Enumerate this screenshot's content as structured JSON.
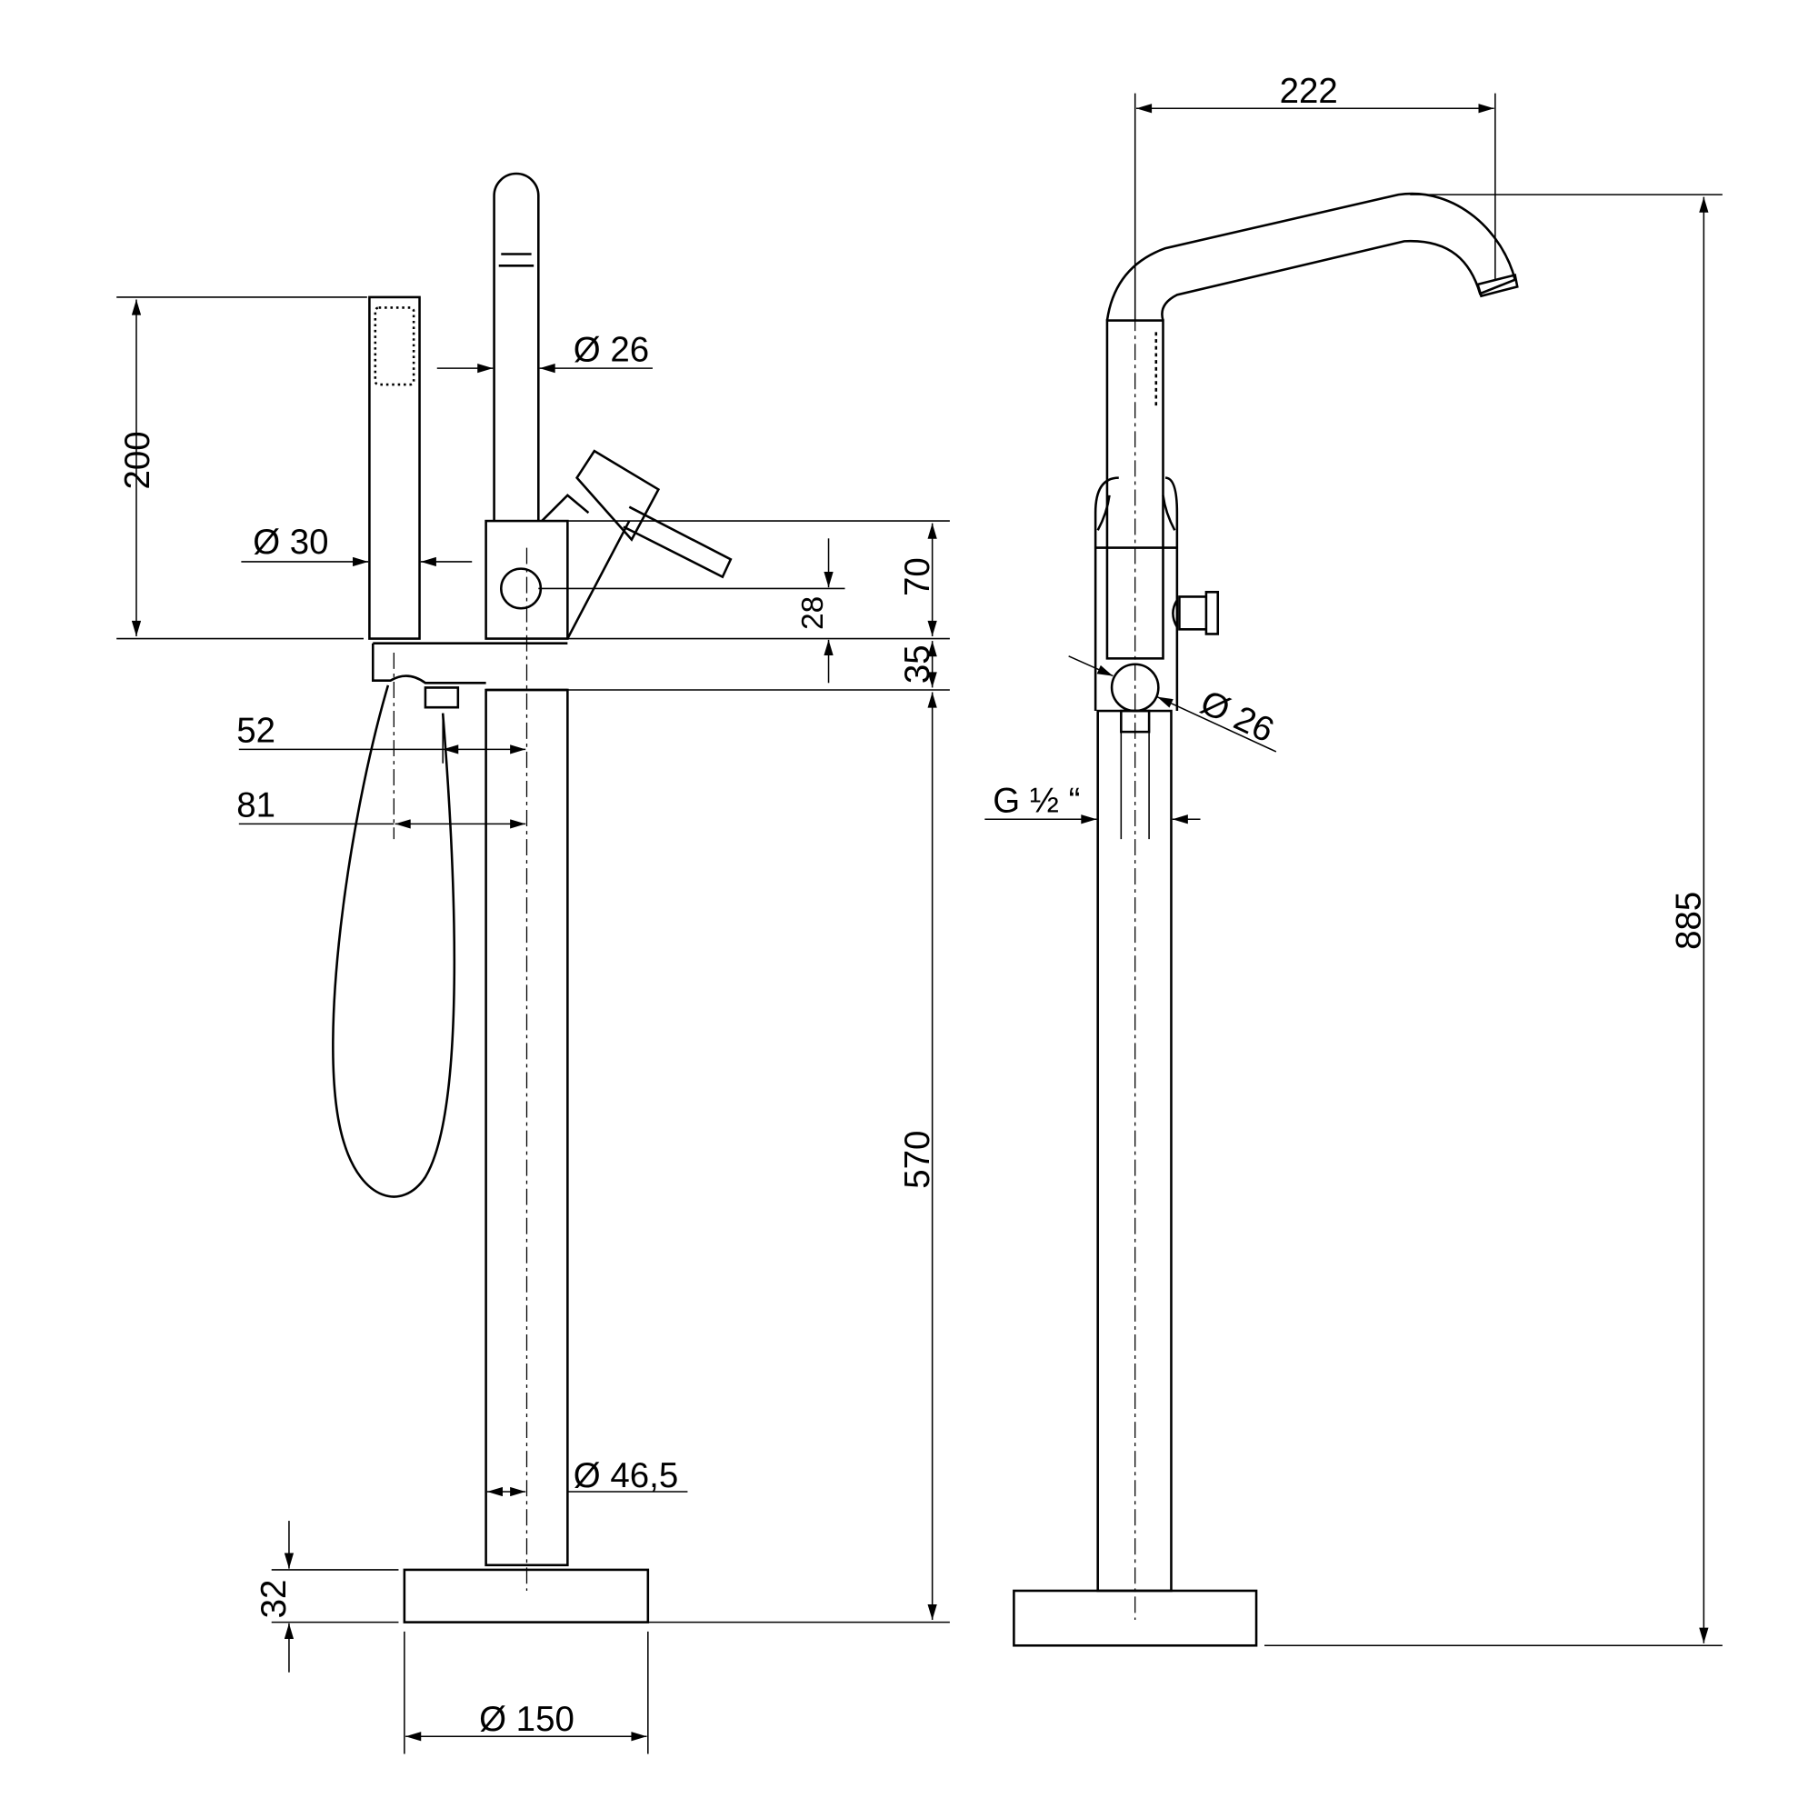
{
  "drawing": {
    "title": "Freestanding bath mixer with hand shower - technical drawing",
    "dimensions": {
      "hand_shower_height": "200",
      "hand_shower_diameter": "Ø 30",
      "spout_diameter": "Ø 26",
      "body_height": "70",
      "lever_axis_offset": "28",
      "holder_height": "35",
      "column_height": "570",
      "holder_offset_52": "52",
      "holder_offset_81": "81",
      "column_diameter": "Ø 46,5",
      "base_height": "32",
      "base_diameter": "Ø 150",
      "spout_reach": "222",
      "total_height": "885",
      "connection_diameter": "Ø 26",
      "thread": "G ½ “"
    }
  }
}
